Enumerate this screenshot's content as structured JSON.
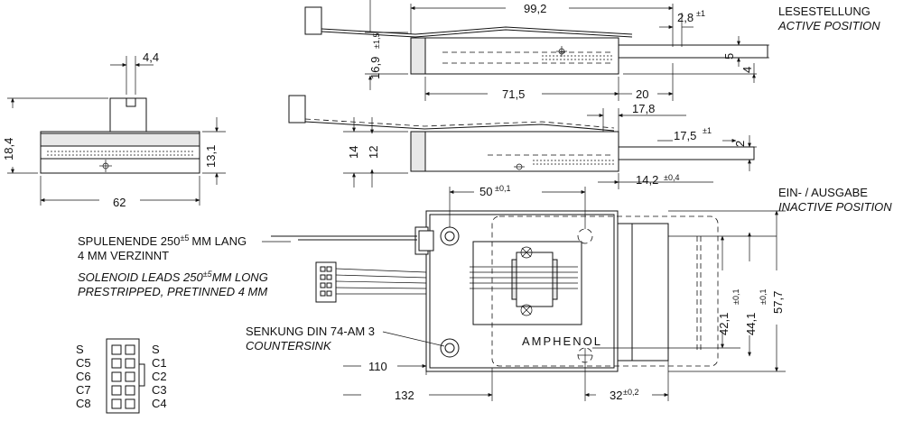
{
  "labels": {
    "active_de": "LESESTELLUNG",
    "active_en": "ACTIVE POSITION",
    "inactive_de": "EIN- / AUSGABE",
    "inactive_en": "INACTIVE POSITION",
    "solenoid_de_1": "SPULENENDE 250",
    "solenoid_de_tol": "±5",
    "solenoid_de_2": "MM LANG",
    "solenoid_de_3": "4 MM VERZINNT",
    "solenoid_en_1": "SOLENOID LEADS 250",
    "solenoid_en_tol": "±5",
    "solenoid_en_2": "MM LONG",
    "solenoid_en_3": "PRESTRIPPED, PRETINNED 4 MM",
    "countersink_de": "SENKUNG DIN 74-AM 3",
    "countersink_en": "COUNTERSINK",
    "brand": "AMPHENOL"
  },
  "dimensions": {
    "d_4_4": "4,4",
    "d_18_4": "18,4",
    "d_13_1": "13,1",
    "d_62": "62",
    "d_99_2": "99,2",
    "d_2_8": "2,8",
    "d_2_8_tol": "±1",
    "d_16_9": "16,9",
    "d_16_9_tol": "±1,5",
    "d_5": "5",
    "d_4": "4",
    "d_71_5": "71,5",
    "d_20": "20",
    "d_17_8": "17,8",
    "d_17_5": "17,5",
    "d_17_5_tol": "±1",
    "d_2": "2",
    "d_14": "14",
    "d_12": "12",
    "d_14_2": "14,2",
    "d_14_2_tol": "±0,4",
    "d_50": "50",
    "d_50_tol": "±0,1",
    "d_42_1": "42,1",
    "d_42_1_tol": "±0,1",
    "d_44_1": "44,1",
    "d_44_1_tol": "±0,1",
    "d_57_7": "57,7",
    "d_110": "110",
    "d_132": "132",
    "d_32": "32",
    "d_32_tol": "±0,2"
  },
  "pinout": {
    "left": [
      "S",
      "C5",
      "C6",
      "C7",
      "C8"
    ],
    "right": [
      "S",
      "C1",
      "C2",
      "C3",
      "C4"
    ]
  }
}
